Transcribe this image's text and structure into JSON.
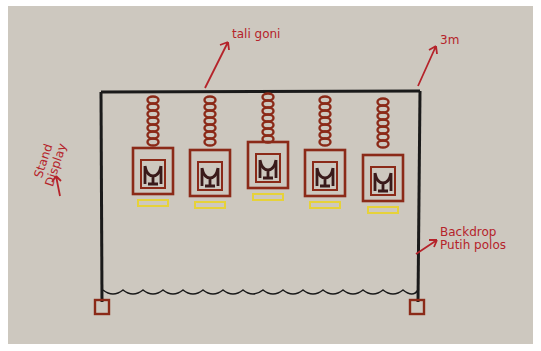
{
  "diagram": {
    "labels": [
      "tali goni",
      "3m",
      "Stand Display",
      "Backdrop Putih polos"
    ]
  }
}
